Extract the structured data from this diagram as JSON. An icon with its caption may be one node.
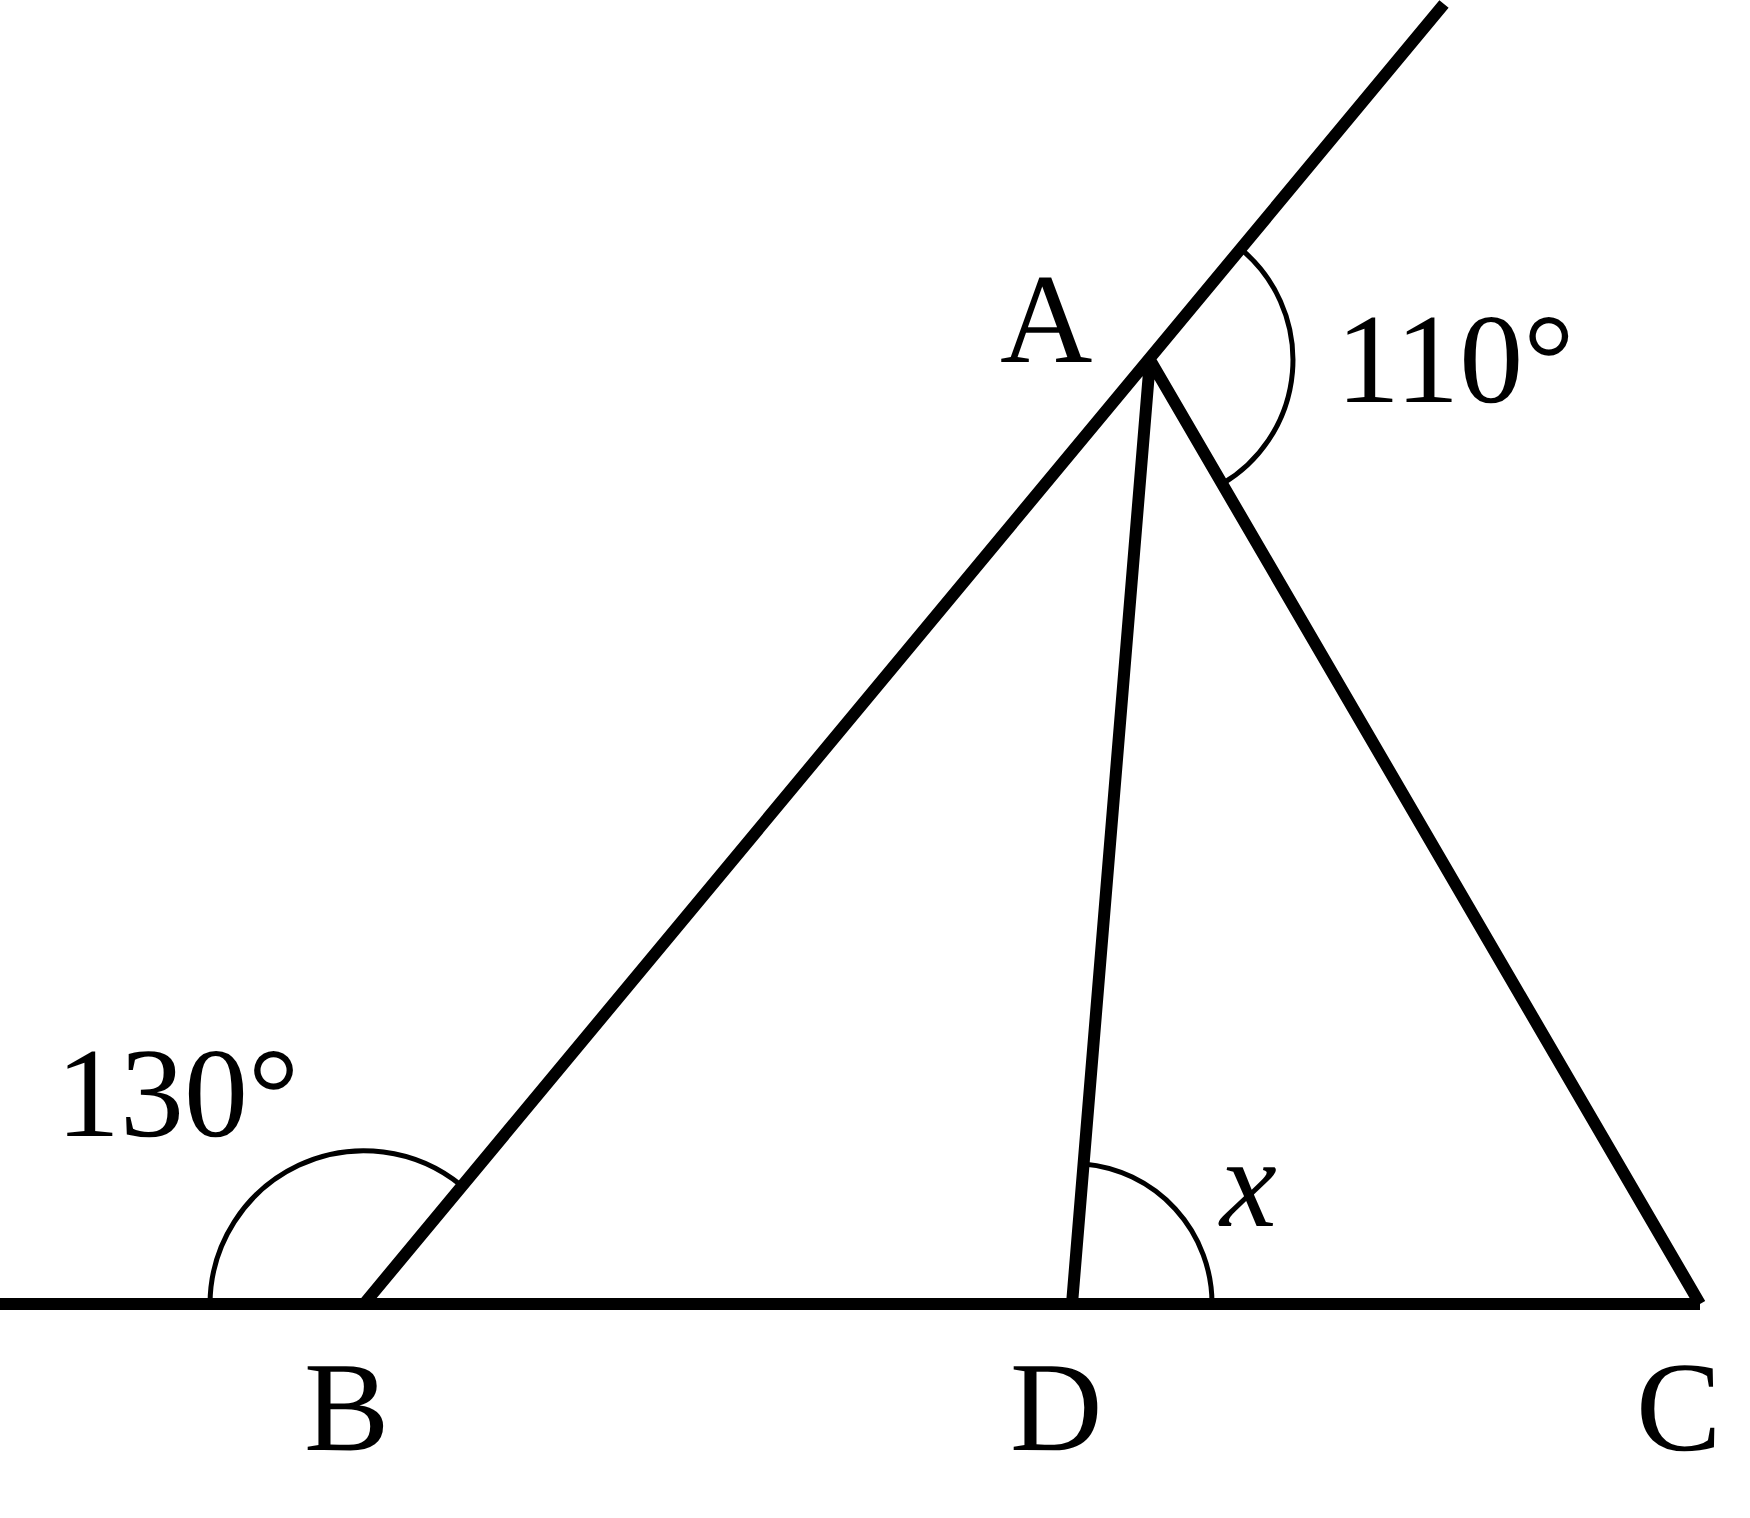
{
  "diagram": {
    "labels": [
      "A",
      "110°",
      "130°",
      "x",
      "B",
      "D",
      "C"
    ]
  }
}
